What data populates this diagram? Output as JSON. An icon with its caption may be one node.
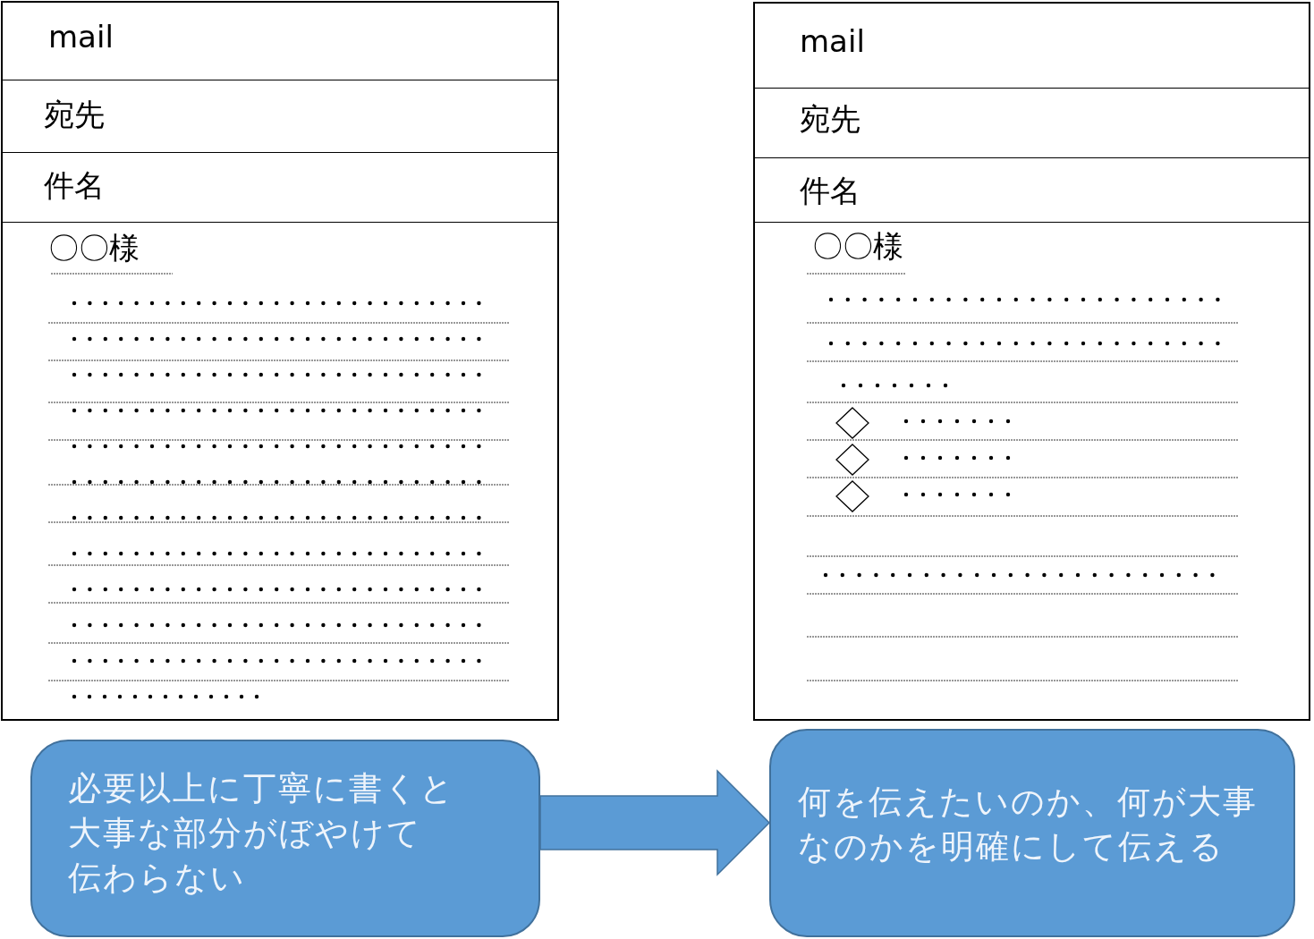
{
  "diagram": {
    "nodes": [
      {
        "text": [],
        "shape": "box"
      },
      {
        "text": [
          "mail"
        ],
        "in": 0
      },
      {
        "text": [
          "宛先"
        ],
        "in": 0
      },
      {
        "text": [
          "件名"
        ],
        "in": 0
      },
      {
        "text": [
          "〇〇様"
        ],
        "in": 0
      },
      {
        "text": [],
        "shape": "box"
      },
      {
        "text": [
          "mail"
        ],
        "in": 5
      },
      {
        "text": [
          "宛先"
        ],
        "in": 5
      },
      {
        "text": [
          "件名"
        ],
        "in": 5
      },
      {
        "text": [
          "〇〇様"
        ],
        "in": 5
      },
      {
        "text": [
          "必要以上に丁寧に書くと大事な部分がぼやけて伝わらない"
        ]
      },
      {
        "text": [
          "何を伝えたいのか、何が大事なのかを明確にして伝える"
        ]
      }
    ],
    "edges": [
      {
        "from": 10,
        "to": 11,
        "arrow": "to",
        "style": "thick",
        "color": "#5b9bd5"
      }
    ]
  }
}
